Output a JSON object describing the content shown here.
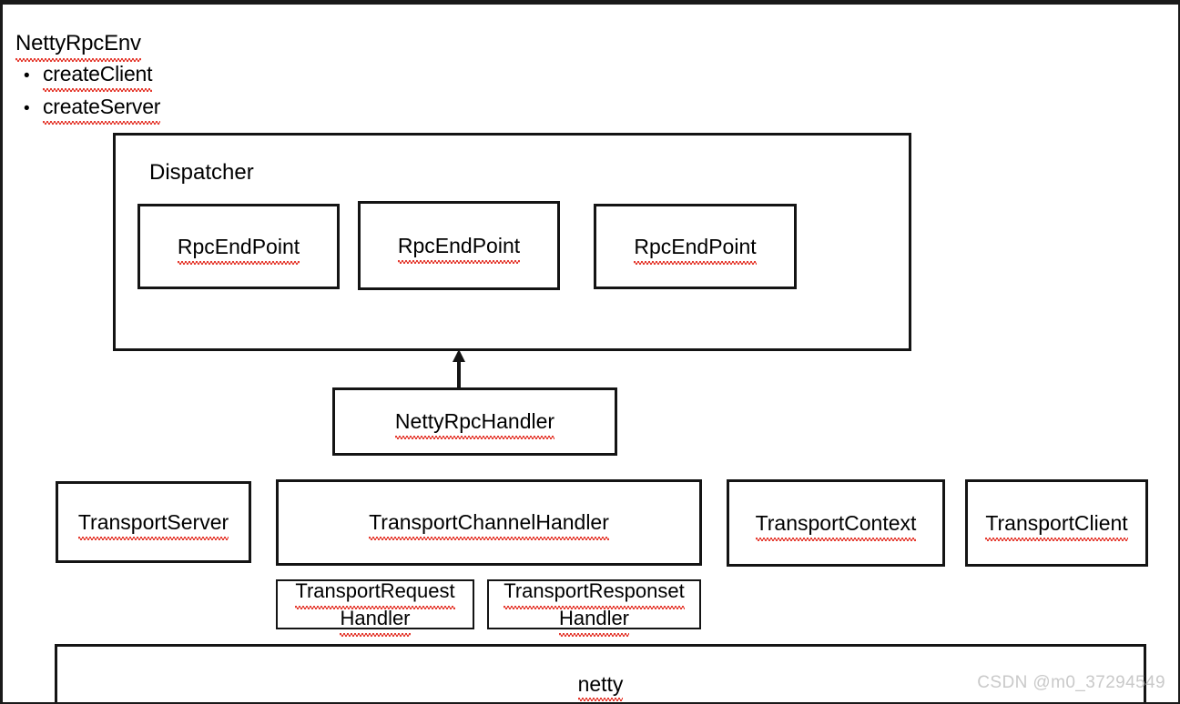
{
  "header": {
    "title": "NettyRpcEnv",
    "bullets": [
      {
        "marker": "•",
        "label": "createClient"
      },
      {
        "marker": "•",
        "label": "createServer"
      }
    ]
  },
  "dispatcher": {
    "title": "Dispatcher",
    "endpoints": [
      {
        "label": "RpcEndPoint"
      },
      {
        "label": "RpcEndPoint"
      },
      {
        "label": "RpcEndPoint"
      }
    ]
  },
  "handler": {
    "label": "NettyRpcHandler"
  },
  "transport_row": [
    {
      "label": "TransportServer"
    },
    {
      "label": "TransportChannelHandler"
    },
    {
      "label": "TransportContext"
    },
    {
      "label": "TransportClient"
    }
  ],
  "sub_handlers": [
    {
      "line1": "TransportRequest",
      "line2": "Handler"
    },
    {
      "line1": "TransportResponset",
      "line2": "Handler"
    }
  ],
  "netty": {
    "label": "netty"
  },
  "watermark": {
    "text": "CSDN @m0_37294549"
  },
  "colors": {
    "border": "#141414",
    "text": "#000000",
    "spellcheck_underline": "#e53b30",
    "watermark": "#c9c9c9",
    "background": "#ffffff"
  }
}
